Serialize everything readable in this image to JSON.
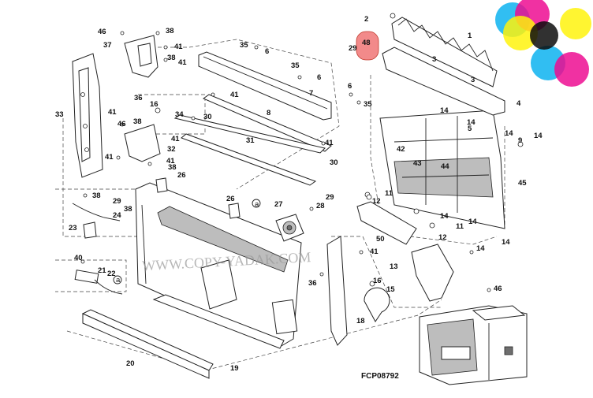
{
  "figure_code": "FCP08792",
  "watermark": "WWW.COPY-YADAK.COM",
  "highlight_color": "#f28a8a",
  "logo_colors": [
    "#00aeef",
    "#ec008c",
    "#fff200",
    "#000000"
  ],
  "callouts": {
    "c1": "1",
    "c2": "2",
    "c3a": "3",
    "c3b": "3",
    "c4": "4",
    "c5": "5",
    "c6a": "6",
    "c6b": "6",
    "c6c": "6",
    "c7": "7",
    "c8": "8",
    "c9": "9",
    "c11a": "11",
    "c11b": "11",
    "c12a": "12",
    "c12b": "12",
    "c13": "13",
    "c14a": "14",
    "c14b": "14",
    "c14c": "14",
    "c14d": "14",
    "c14e": "14",
    "c14f": "14",
    "c14g": "14",
    "c14h": "14",
    "c15": "15",
    "c16a": "16",
    "c16b": "16",
    "c18": "18",
    "c19": "19",
    "c20": "20",
    "c21": "21",
    "c22": "22",
    "c23": "23",
    "c24": "24",
    "c26a": "26",
    "c26b": "26",
    "c27": "27",
    "c28": "28",
    "c29a": "29",
    "c29b": "29",
    "c29c": "29",
    "c30a": "30",
    "c30b": "30",
    "c31": "31",
    "c32": "32",
    "c33": "33",
    "c34": "34",
    "c35a": "35",
    "c35b": "35",
    "c35c": "35",
    "c36a": "36",
    "c36b": "36",
    "c37": "37",
    "c38a": "38",
    "c38b": "38",
    "c38c": "38",
    "c38d": "38",
    "c38e": "38",
    "c38f": "38",
    "c40": "40",
    "c41a": "41",
    "c41b": "41",
    "c41c": "41",
    "c41d": "41",
    "c41e": "41",
    "c41f": "41",
    "c41g": "41",
    "c41h": "41",
    "c41i": "41",
    "c42": "42",
    "c43": "43",
    "c44": "44",
    "c45": "45",
    "c46a": "46",
    "c46b": "46",
    "c46c": "46",
    "c48": "48",
    "c50": "50",
    "ca1": "a",
    "ca2": "a"
  }
}
